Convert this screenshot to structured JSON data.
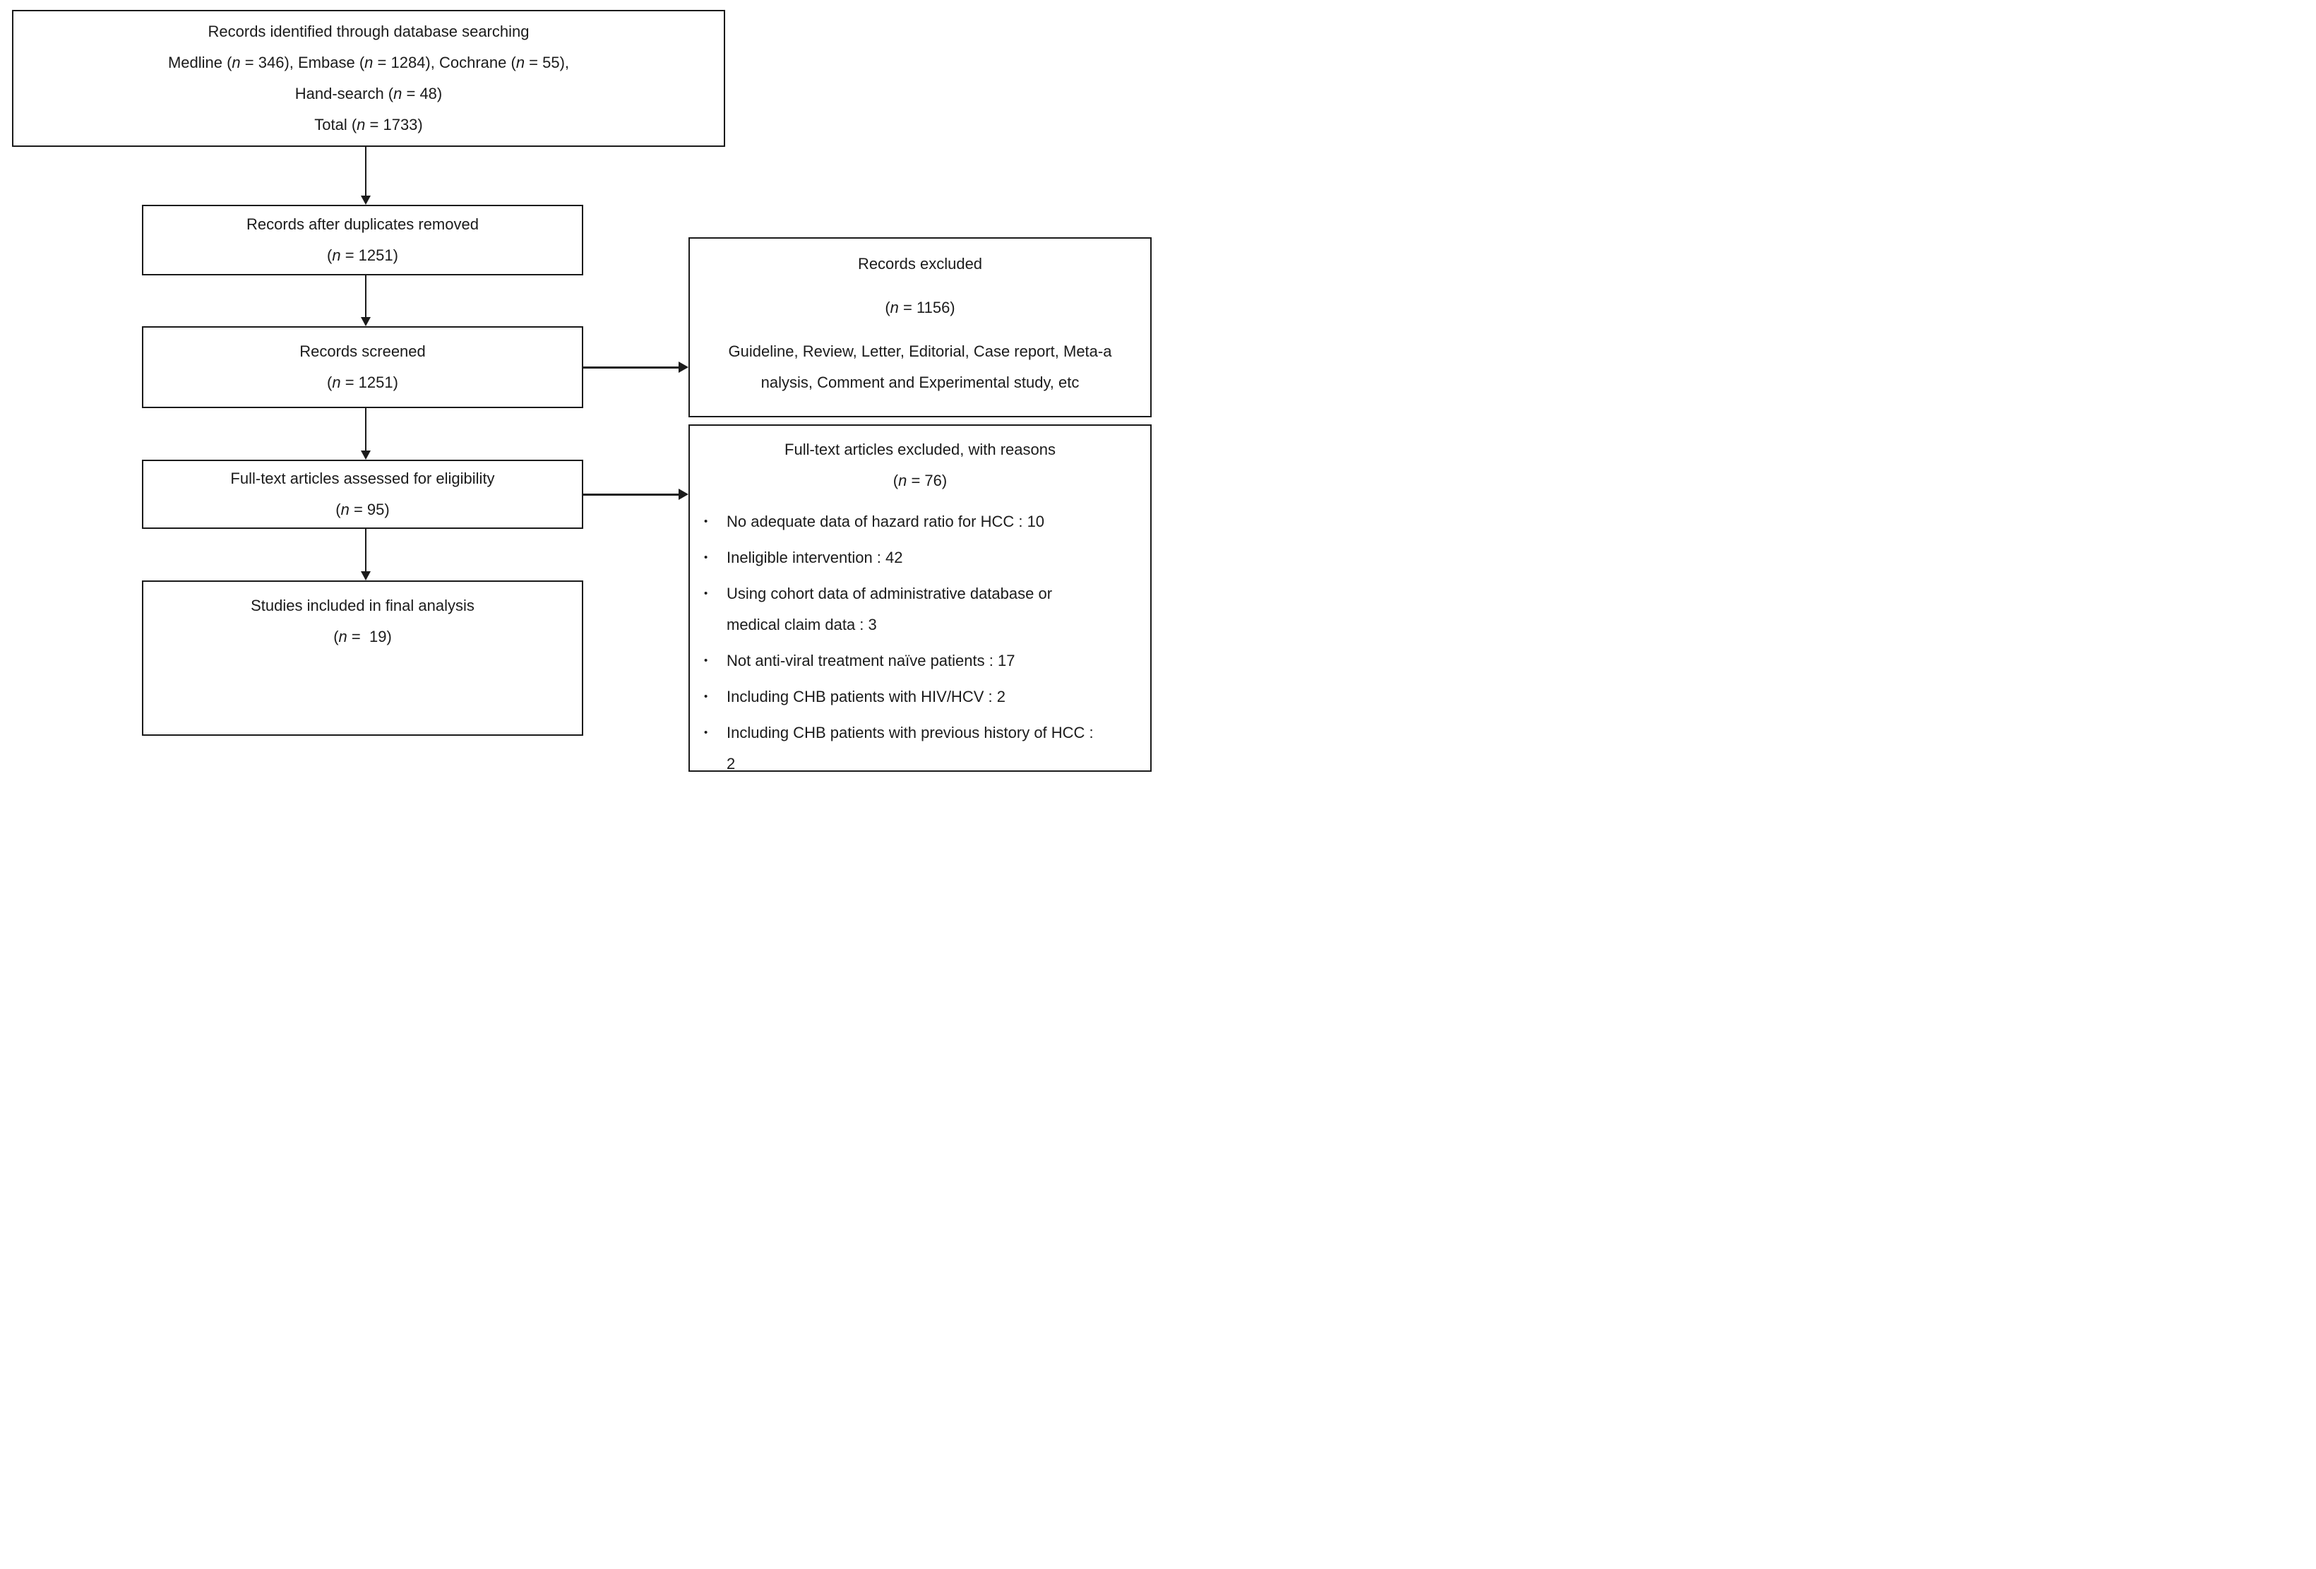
{
  "figure": {
    "type": "prisma-flow-diagram",
    "bullet_char": "•",
    "colors": {
      "box_border": "#1b1b1b",
      "text": "#1b1b1b",
      "background": "#ffffff"
    },
    "boxes": {
      "identification": {
        "lines": [
          "Records identified through database searching",
          "Medline (n = 346), Embase (n = 1284), Cochrane (n = 55),",
          "Hand-search (n = 48)",
          "Total (n = 1733)"
        ]
      },
      "duplicates_removed": {
        "lines": [
          "Records after duplicates removed",
          "(n = 1251)"
        ]
      },
      "screened": {
        "lines": [
          "Records screened",
          "(n = 1251)"
        ]
      },
      "fulltext_assessed": {
        "lines": [
          "Full-text articles assessed for eligibility",
          "(n = 95)"
        ]
      },
      "included": {
        "lines": [
          "Studies included in final analysis",
          "(n =  19)"
        ]
      },
      "records_excluded": {
        "title_lines": [
          "Records excluded",
          "(n = 1156)"
        ],
        "body_lines": [
          "Guideline, Review, Letter, Editorial, Case report, Meta-a",
          "nalysis, Comment and Experimental study, etc"
        ]
      },
      "fulltext_excluded": {
        "title_lines": [
          "Full-text articles excluded, with reasons",
          "(n = 76)"
        ],
        "bullets": [
          [
            "No adequate data of hazard ratio for HCC : 10"
          ],
          [
            "Ineligible intervention : 42"
          ],
          [
            "Using cohort data of administrative database or",
            "medical claim data : 3"
          ],
          [
            "Not anti-viral treatment naïve patients : 17"
          ],
          [
            "Including CHB patients with HIV/HCV : 2"
          ],
          [
            "Including CHB patients with previous history of HCC :",
            "2"
          ]
        ]
      }
    }
  }
}
